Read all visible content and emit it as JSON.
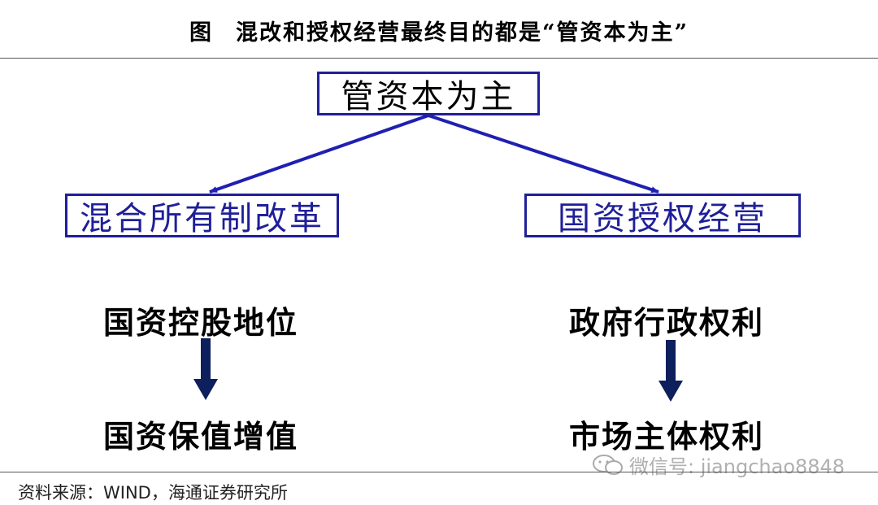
{
  "title": {
    "label": "图",
    "text": "混改和授权经营最终目的都是“管资本为主”"
  },
  "top_node": "管资本为主",
  "left_branch": {
    "box": "混合所有制改革",
    "from": "国资控股地位",
    "to": "国资保值增值"
  },
  "right_branch": {
    "box": "国资授权经营",
    "from": "政府行政权利",
    "to": "市场主体权利"
  },
  "source": "资料来源：WIND，海通证券研究所",
  "watermark": {
    "text": "微信号: jiangchao8848",
    "icon": "wechat-icon"
  },
  "colors": {
    "box_border": "#1f1f99",
    "arrow_blue": "#1f1fb3",
    "down_arrow": "#0d1f5c"
  }
}
